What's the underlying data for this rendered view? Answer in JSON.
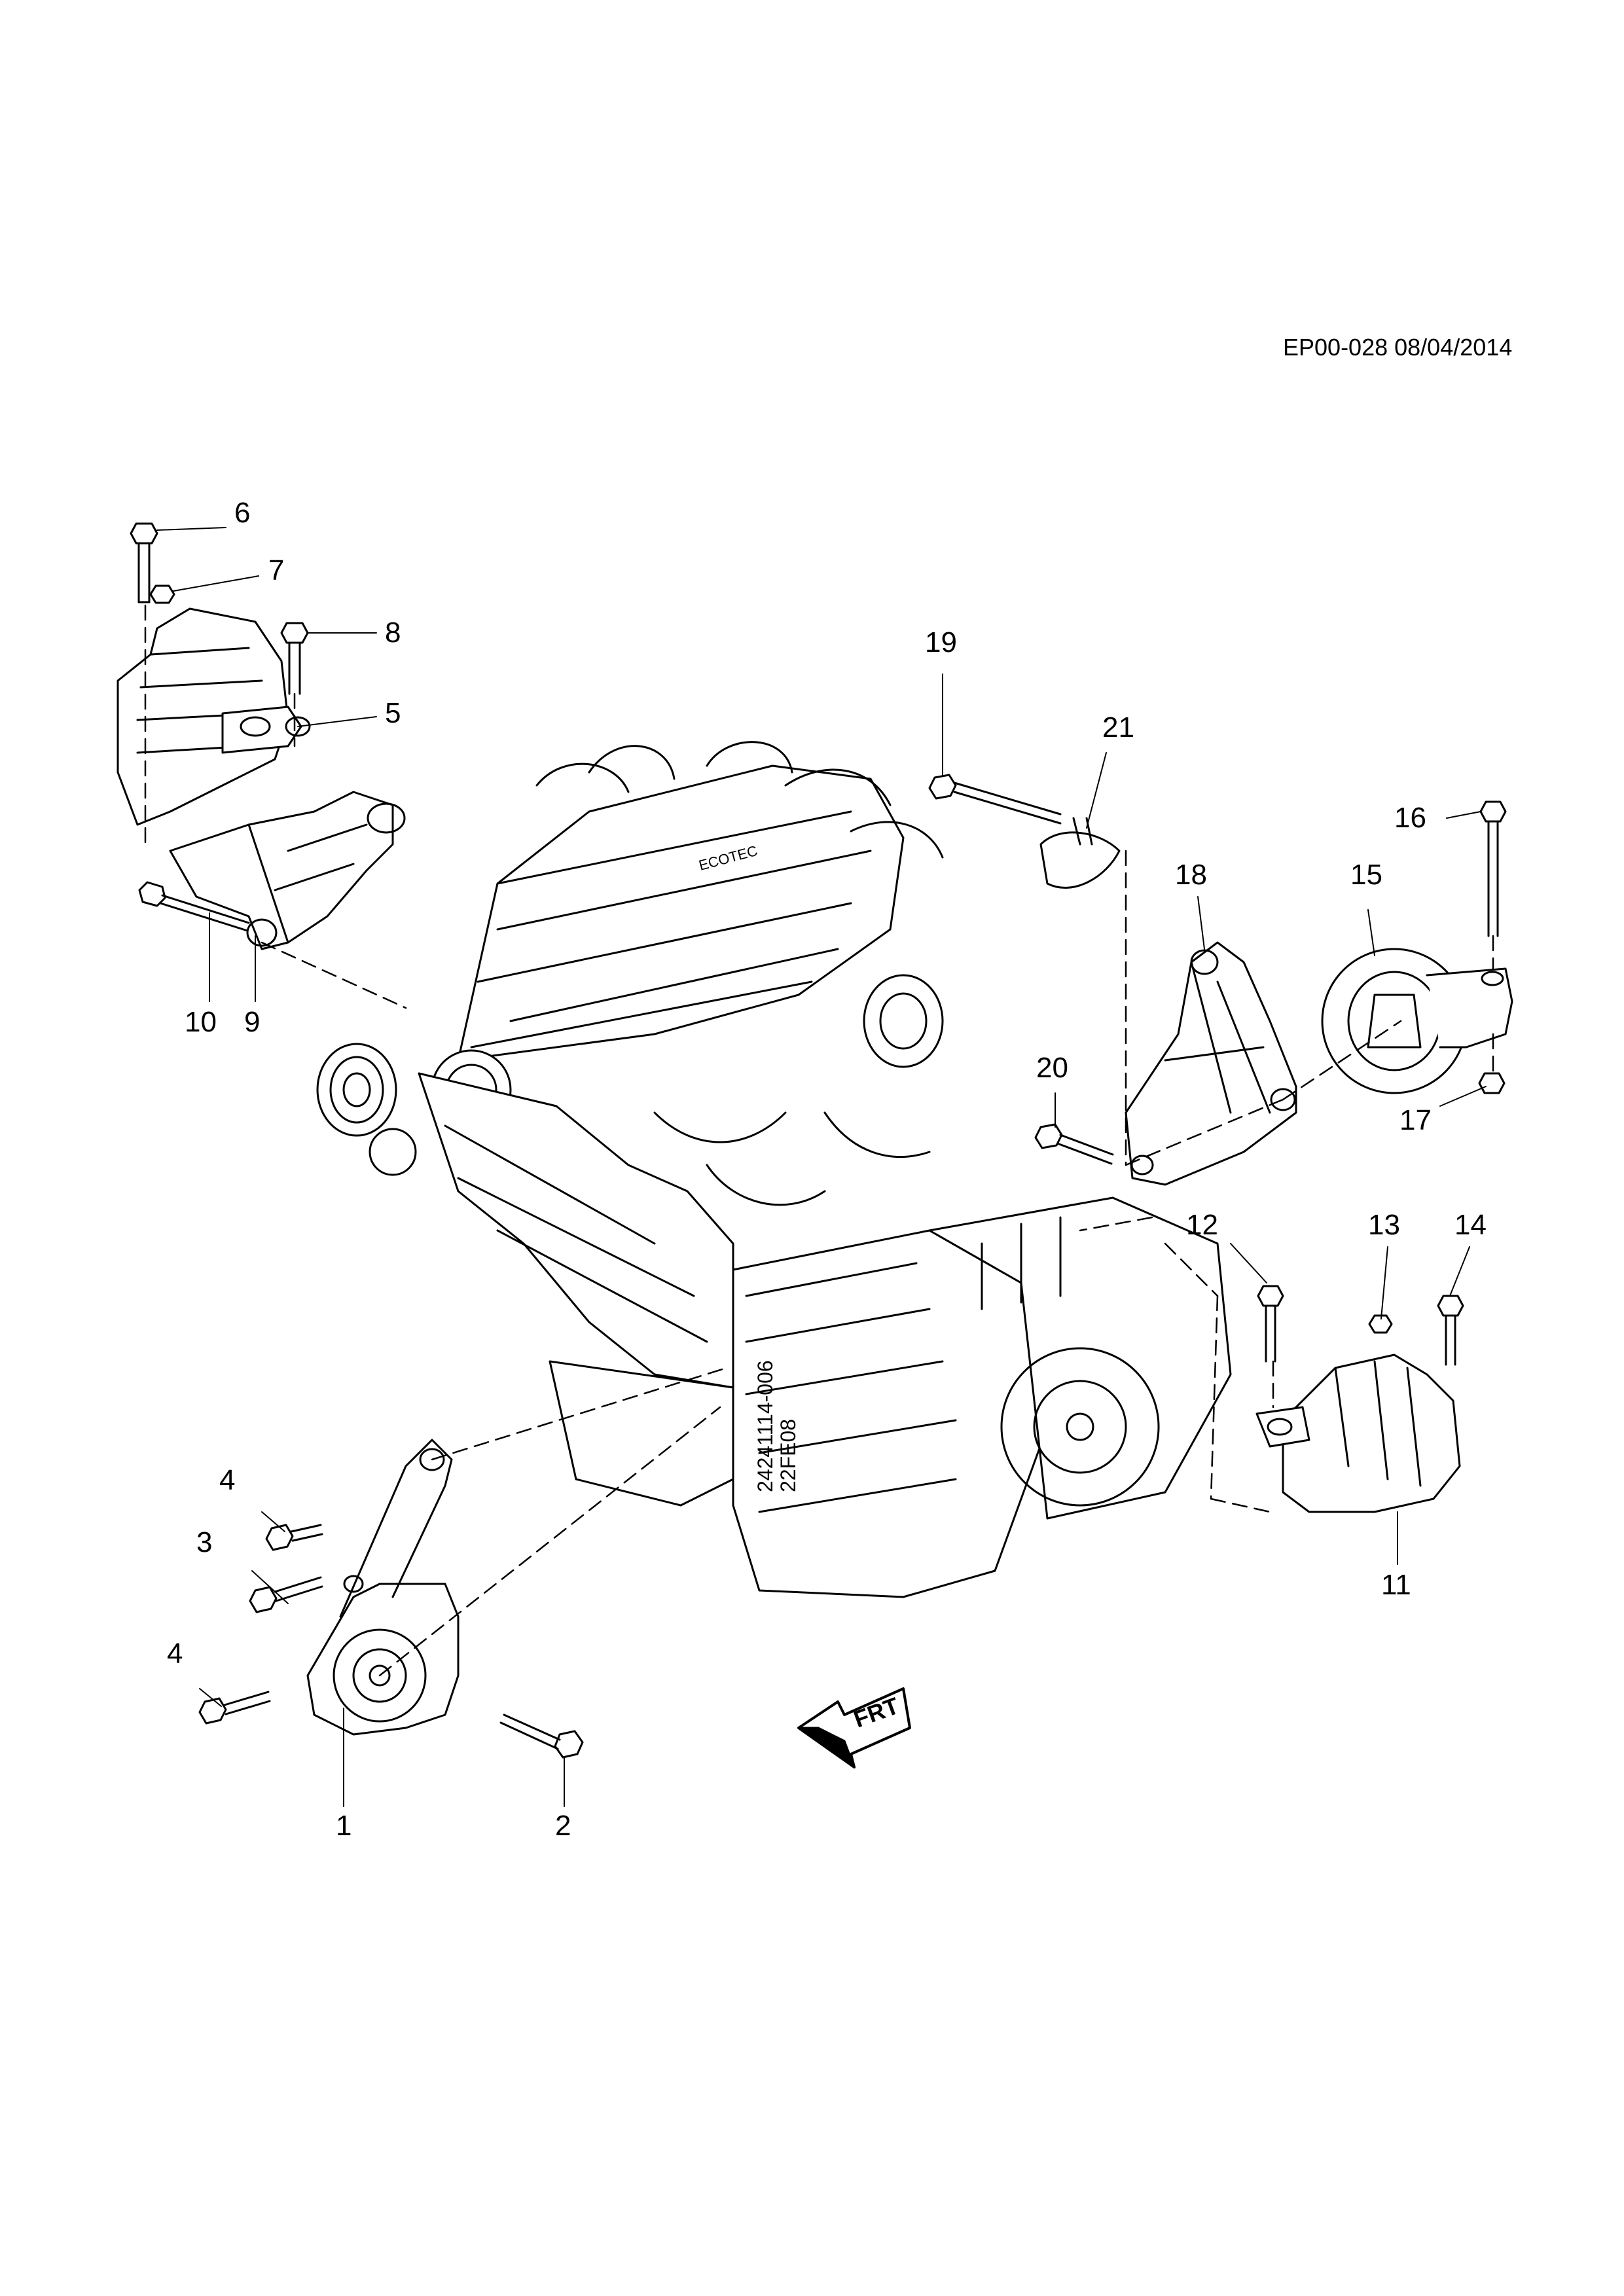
{
  "header": {
    "reference": "EP00-028 08/04/2014"
  },
  "callouts": {
    "c1": "1",
    "c2": "2",
    "c3": "3",
    "c4a": "4",
    "c4b": "4",
    "c5": "5",
    "c6": "6",
    "c7": "7",
    "c8": "8",
    "c9": "9",
    "c10": "10",
    "c11": "11",
    "c12": "12",
    "c13": "13",
    "c14": "14",
    "c15": "15",
    "c16": "16",
    "c17": "17",
    "c18": "18",
    "c19": "19",
    "c20": "20",
    "c21": "21"
  },
  "engine": {
    "brand_text": "ECOTEC",
    "part_code_1": "24241114-006",
    "part_code_2": "22FE08"
  },
  "front_indicator": {
    "label": "FRT"
  }
}
